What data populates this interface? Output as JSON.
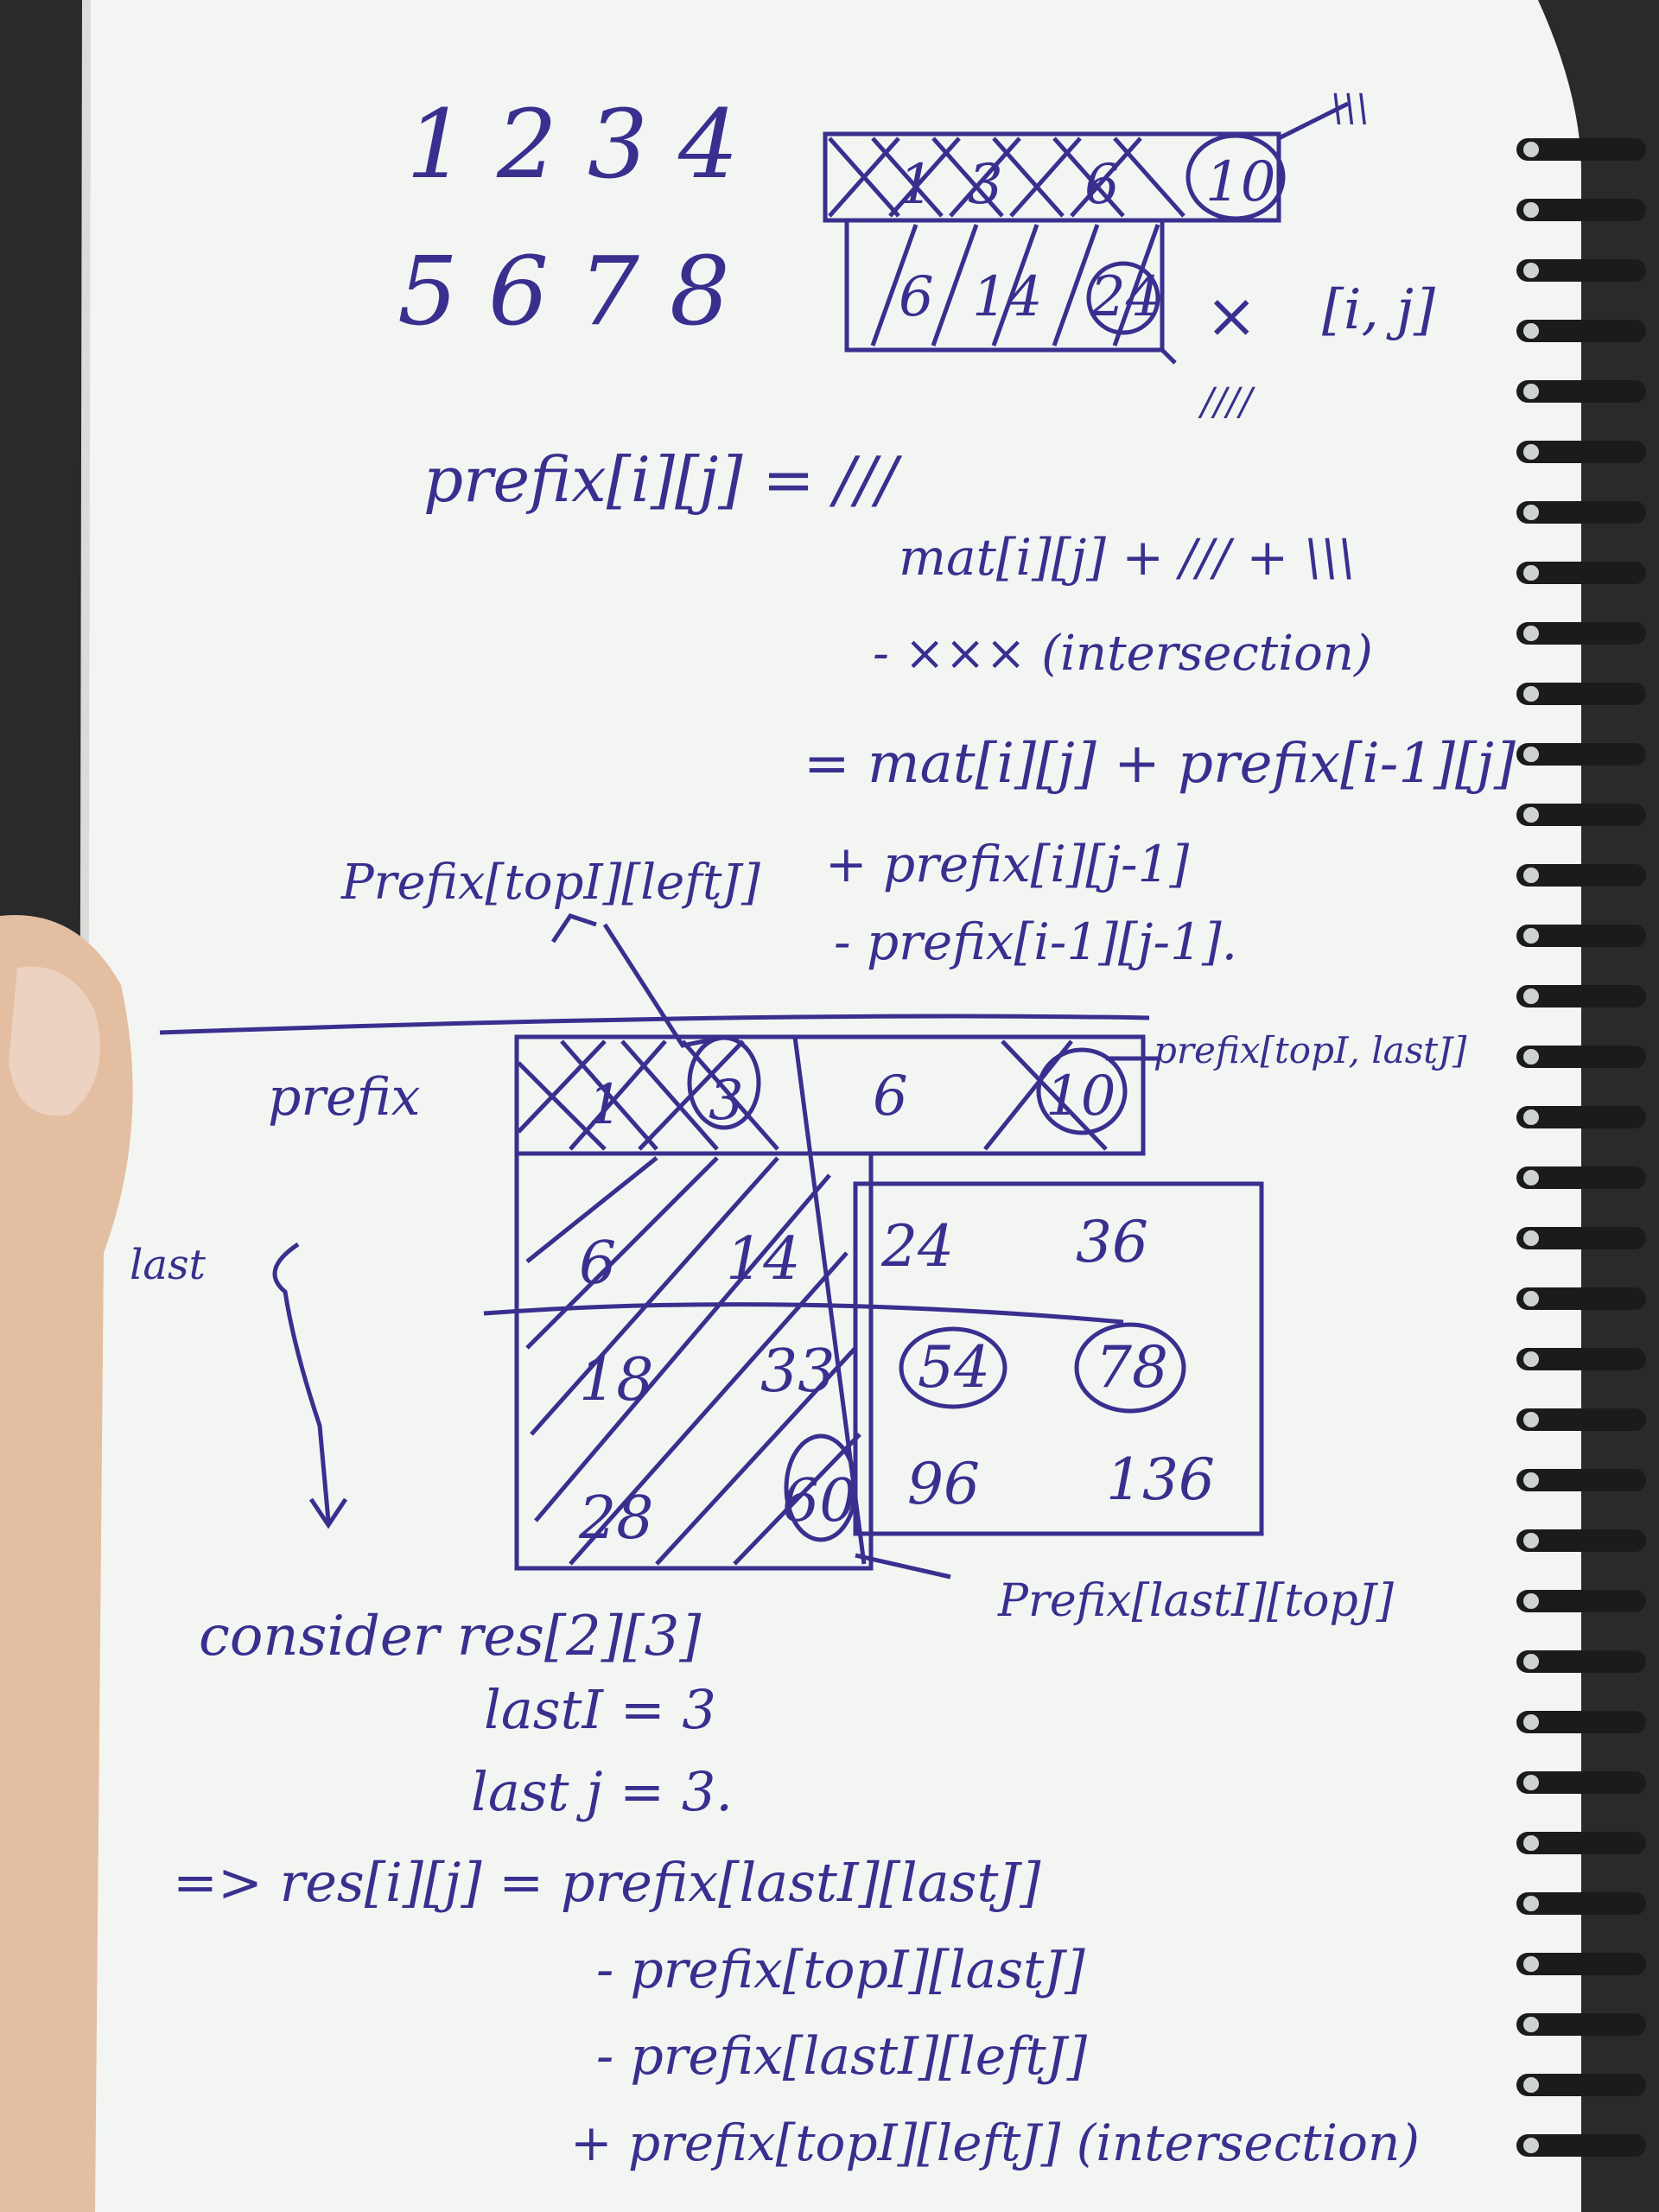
{
  "colors": {
    "ink": "#3a2f8f",
    "paper": "#f4f6f3",
    "background": "#2a2a2a",
    "skin": "#e6c2a6",
    "spiral": "#1b1b1b"
  },
  "matrix": {
    "row1": "1 2 3 4",
    "row2": "5 6 7 8"
  },
  "top_prefix": {
    "row1": [
      "1",
      "3",
      "6",
      "10"
    ],
    "row2": [
      "6",
      "14",
      "24"
    ],
    "times": "×",
    "index": "[i, j]",
    "hatch_note_top": "\\\\\\",
    "hatch_note_bottom": "////"
  },
  "formula": {
    "line1": "prefix[i][j] = ///",
    "line2": "mat[i][j] + /// + \\\\\\",
    "line3": "- ××× (intersection)",
    "line4": "= mat[i][j] + prefix[i-1][j]",
    "line5": "+ prefix[i][j-1]",
    "line6": "- prefix[i-1][j-1].",
    "side_label": "Prefix[topI][leftJ]"
  },
  "big_prefix": {
    "label": "prefix",
    "left_label": "last",
    "top_row": [
      "1",
      "3",
      "6",
      "10"
    ],
    "left_col": [
      [
        "6",
        "14"
      ],
      [
        "18",
        "33"
      ],
      [
        "28",
        "60"
      ]
    ],
    "right_box": [
      [
        "24",
        "36"
      ],
      [
        "54",
        "78"
      ],
      [
        "96",
        "136"
      ]
    ],
    "top_right_label": "prefix[topI, lastJ]",
    "bottom_right_label": "Prefix[lastI][topJ]"
  },
  "consider": {
    "line1": "consider res[2][3]",
    "line2": "lastI = 3",
    "line3": "last j = 3.",
    "line4": "=> res[i][j] = prefix[lastI][lastJ]",
    "line5": "- prefix[topI][lastJ]",
    "line6": "- prefix[lastI][leftJ]",
    "line7": "+ prefix[topI][leftJ] (intersection)"
  }
}
